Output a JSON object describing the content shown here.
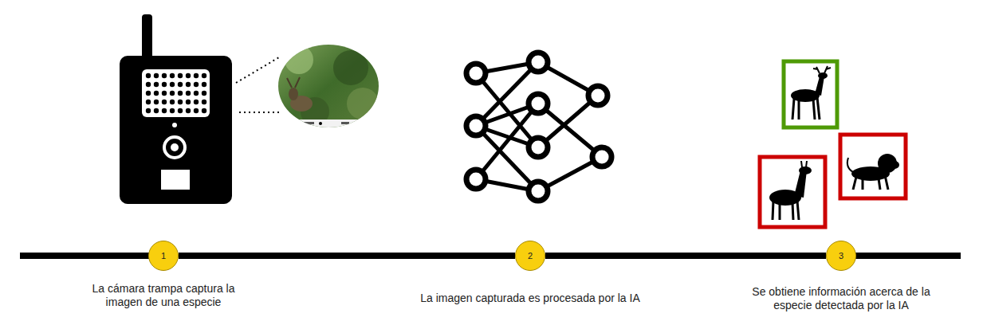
{
  "diagram": {
    "nodes": [
      {
        "text": [
          "1"
        ]
      },
      {
        "text": [
          "2"
        ]
      },
      {
        "text": [
          "3"
        ]
      }
    ],
    "edges": [
      {
        "from": 0,
        "to": 1,
        "arrow": "none"
      },
      {
        "from": 1,
        "to": 2,
        "arrow": "none"
      }
    ],
    "labels": [
      "La cámara trampa captura la imagen de una especie",
      "La imagen capturada es procesada por la IA",
      "Se obtiene información acerca de la especie detectada por la IA"
    ]
  }
}
